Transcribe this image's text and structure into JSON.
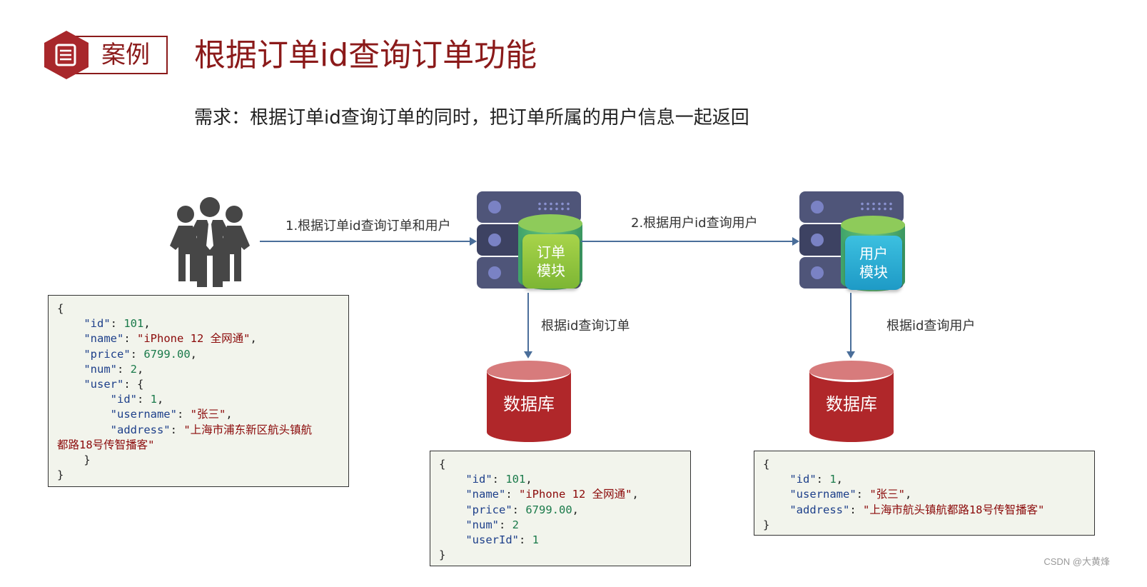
{
  "header": {
    "badge_icon": "document-icon",
    "badge_label": "案例",
    "title": "根据订单id查询订单功能",
    "requirement": "需求：根据订单id查询订单的同时，把订单所属的用户信息一起返回"
  },
  "colors": {
    "title": "#8b1a1a",
    "arrow": "#4a6e9a",
    "server": "#4f5579",
    "order_module": "#8fc63e",
    "user_module": "#2bb0d6",
    "database": "#b0272a",
    "code_background": "#f2f4ec",
    "json_key": "#1d3f8a",
    "json_string": "#8b0a0a",
    "json_number": "#1a7a4a"
  },
  "diagram": {
    "client_icon": "users-group-icon",
    "edges": {
      "client_to_order": "1.根据订单id查询订单和用户",
      "order_to_user": "2.根据用户id查询用户",
      "order_to_db": "根据id查询订单",
      "user_to_db": "根据id查询用户"
    },
    "order_module": {
      "line1": "订单",
      "line2": "模块"
    },
    "user_module": {
      "line1": "用户",
      "line2": "模块"
    },
    "order_db": "数据库",
    "user_db": "数据库"
  },
  "code": {
    "response": {
      "id": "101",
      "name": "\"iPhone 12 全网通\"",
      "price": "6799.00",
      "num": "2",
      "user_id": "1",
      "user_username": "\"张三\"",
      "user_address_part1": "\"上海市浦东新区航头镇航",
      "user_address_part2": "都路18号传智播客\""
    },
    "order": {
      "id": "101",
      "name": "\"iPhone 12 全网通\"",
      "price": "6799.00",
      "num": "2",
      "userId": "1"
    },
    "user": {
      "id": "1",
      "username": "\"张三\"",
      "address": "\"上海市航头镇航都路18号传智播客\""
    }
  },
  "watermark": "CSDN @大黄烽"
}
